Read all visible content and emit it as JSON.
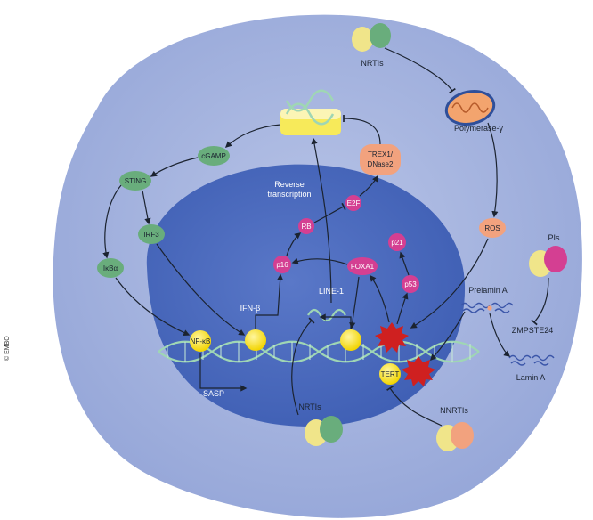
{
  "labels": {
    "nrtis_top": "NRTIs",
    "polymerase": "Polymerase-γ",
    "trex1_line1": "TREX1/",
    "trex1_line2": "DNase2",
    "cgamp": "cGAMP",
    "sting": "STING",
    "irf3": "IRF3",
    "ikba": "IκBα",
    "nfkb": "NF-κB",
    "sasp": "SASP",
    "reverse_line1": "Reverse",
    "reverse_line2": "transcription",
    "e2f": "E2F",
    "rb": "RB",
    "p16": "p16",
    "foxa1": "FOXA1",
    "p21": "p21",
    "p53": "p53",
    "ros": "ROS",
    "ifnb": "IFN-β",
    "line1": "LINE-1",
    "nrtis_bottom": "NRTIs",
    "tert": "TERT",
    "nnrtis": "NNRTIs",
    "pis": "PIs",
    "prelamin": "Prelamin A",
    "zmpste24": "ZMPSTE24",
    "lamin": "Lamin A",
    "credit": "© EMBO"
  },
  "colors": {
    "cell": "#a9b7df",
    "nucleus": "#4f6fc0",
    "protein_green": "#69ad7c",
    "protein_orange": "#f2a27e",
    "protein_pink": "#d43f92",
    "yellow": "#f5e21f",
    "red_star": "#cf2020",
    "dna": "#9fd6b4"
  }
}
